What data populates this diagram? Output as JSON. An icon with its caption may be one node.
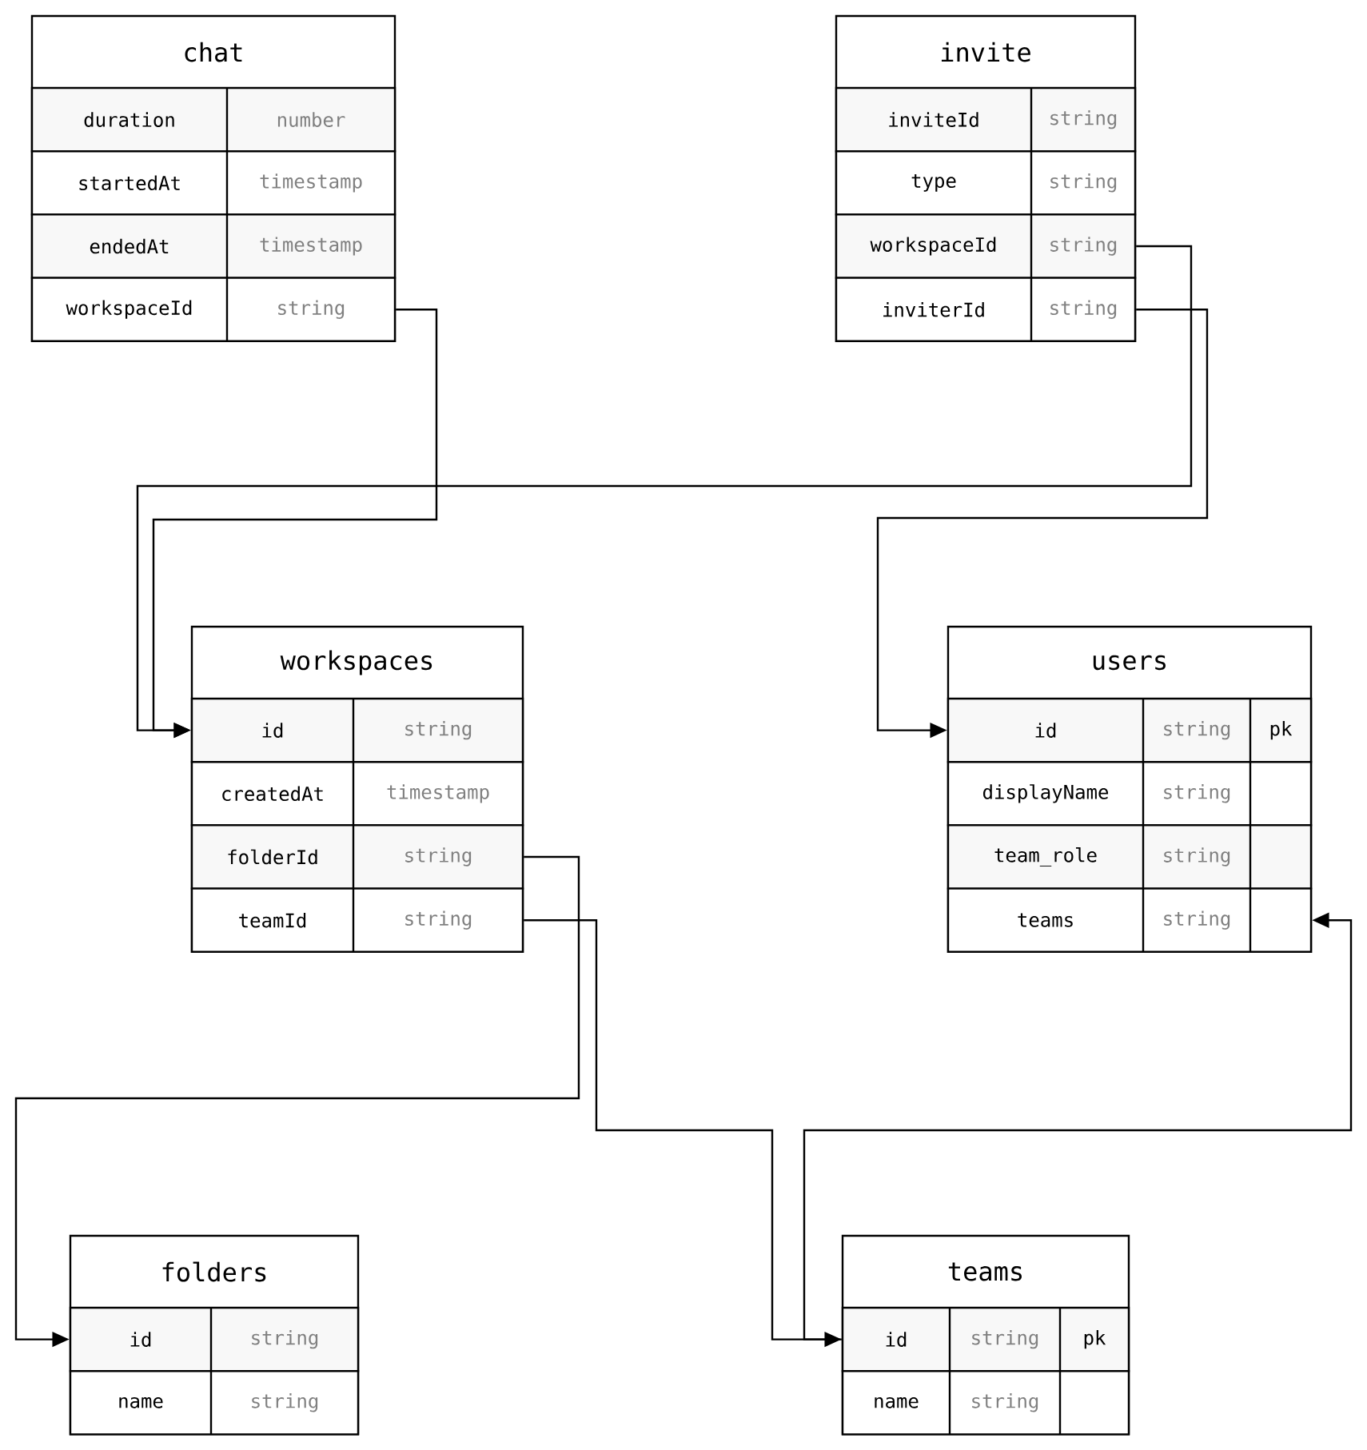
{
  "diagram": {
    "nodes": [
      {
        "text": [
          "chat"
        ]
      },
      {
        "text": [
          "duration",
          "number"
        ],
        "in": 0
      },
      {
        "text": [
          "startedAt",
          "timestamp"
        ],
        "in": 0
      },
      {
        "text": [
          "endedAt",
          "timestamp"
        ],
        "in": 0
      },
      {
        "text": [
          "workspaceId",
          "string"
        ],
        "in": 0
      },
      {
        "text": [
          "invite"
        ]
      },
      {
        "text": [
          "inviteId",
          "string"
        ],
        "in": 5
      },
      {
        "text": [
          "type",
          "string"
        ],
        "in": 5
      },
      {
        "text": [
          "workspaceId",
          "string"
        ],
        "in": 5
      },
      {
        "text": [
          "inviterId",
          "string"
        ],
        "in": 5
      },
      {
        "text": [
          "workspaces"
        ]
      },
      {
        "text": [
          "id",
          "string"
        ],
        "in": 10
      },
      {
        "text": [
          "createdAt",
          "timestamp"
        ],
        "in": 10
      },
      {
        "text": [
          "folderId",
          "string"
        ],
        "in": 10
      },
      {
        "text": [
          "teamId",
          "string"
        ],
        "in": 10
      },
      {
        "text": [
          "users"
        ]
      },
      {
        "text": [
          "id",
          "string",
          "pk"
        ],
        "in": 15
      },
      {
        "text": [
          "displayName",
          "string"
        ],
        "in": 15
      },
      {
        "text": [
          "team_role",
          "string"
        ],
        "in": 15
      },
      {
        "text": [
          "teams",
          "string"
        ],
        "in": 15
      },
      {
        "text": [
          "folders"
        ]
      },
      {
        "text": [
          "id",
          "string"
        ],
        "in": 20
      },
      {
        "text": [
          "name",
          "string"
        ],
        "in": 20
      },
      {
        "text": [
          "teams"
        ]
      },
      {
        "text": [
          "id",
          "string",
          "pk"
        ],
        "in": 23
      },
      {
        "text": [
          "name",
          "string"
        ],
        "in": 23
      }
    ],
    "edges": [
      {
        "from": 4,
        "to": 11,
        "arrow": "to"
      },
      {
        "from": 8,
        "to": 11,
        "arrow": "to"
      },
      {
        "from": 9,
        "to": 16,
        "arrow": "to"
      },
      {
        "from": 13,
        "to": 21,
        "arrow": "to"
      },
      {
        "from": 14,
        "to": 24,
        "arrow": "to"
      },
      {
        "from": 24,
        "to": 19,
        "arrow": "to"
      }
    ]
  }
}
